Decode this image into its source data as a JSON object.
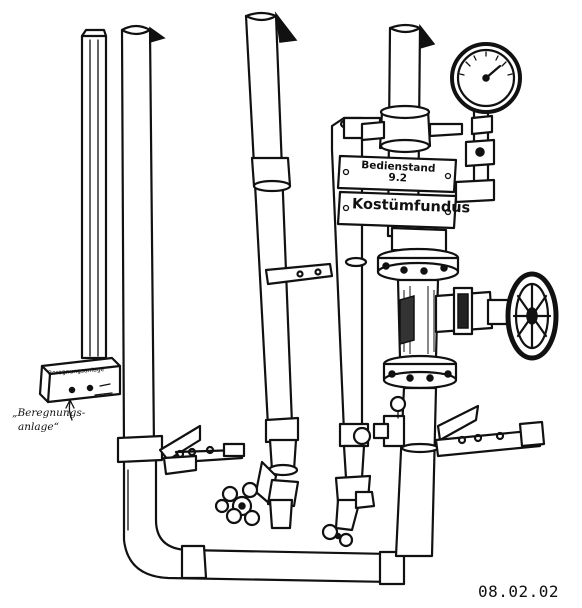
{
  "sign": {
    "line1": "Bedienstand",
    "line2": "9.2",
    "main": "Kostümfundus"
  },
  "caption": {
    "line1": "„Beregnungs-",
    "line2": "anlage“"
  },
  "box_label": "Beregnungsanlage",
  "date": "08.02.02",
  "colors": {
    "ink": "#111111",
    "paper": "#ffffff"
  }
}
